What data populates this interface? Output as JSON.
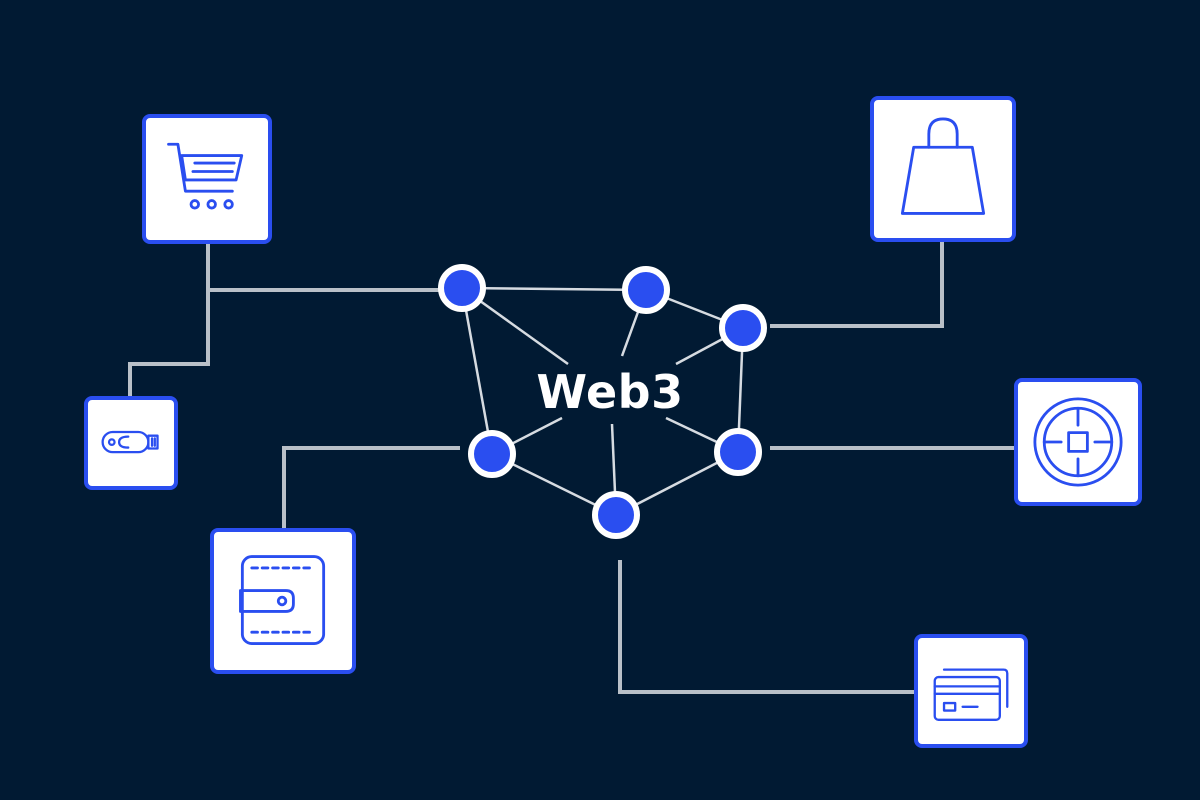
{
  "diagram": {
    "center_label": "Web3",
    "colors": {
      "background": "#011a33",
      "accent": "#2a4ef0",
      "connector": "#b9c0c8",
      "mesh_line": "#d6dbe1",
      "node_fill": "#2a4ef0",
      "node_ring": "#ffffff",
      "tile_fill": "#ffffff"
    },
    "nodes": [
      {
        "id": "n1"
      },
      {
        "id": "n2"
      },
      {
        "id": "n3"
      },
      {
        "id": "n4"
      },
      {
        "id": "n5"
      },
      {
        "id": "n6"
      }
    ],
    "tiles": [
      {
        "id": "cart",
        "icon": "shopping-cart-icon"
      },
      {
        "id": "bag",
        "icon": "shopping-bag-icon"
      },
      {
        "id": "usb",
        "icon": "usb-key-icon"
      },
      {
        "id": "coin",
        "icon": "coin-target-icon"
      },
      {
        "id": "wallet",
        "icon": "wallet-icon"
      },
      {
        "id": "cards",
        "icon": "credit-card-icon"
      }
    ]
  }
}
